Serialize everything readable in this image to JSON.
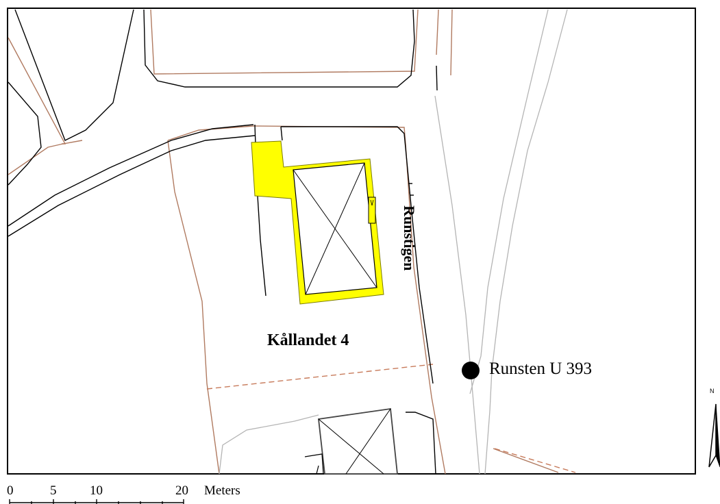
{
  "map": {
    "parcel_label": "Kållandet 4",
    "street_label": "Runstigen",
    "runestone_label": "Runsten U 393",
    "highlight_color": "#ffff00",
    "property_line_color": "#b07a60",
    "road_line_color": "#000000",
    "path_line_color": "#b4b4b4"
  },
  "scale_bar": {
    "ticks": [
      "0",
      "5",
      "10",
      "20"
    ],
    "unit": "Meters"
  },
  "north_arrow": {
    "label": "N",
    "icon": "north-arrow-icon"
  }
}
